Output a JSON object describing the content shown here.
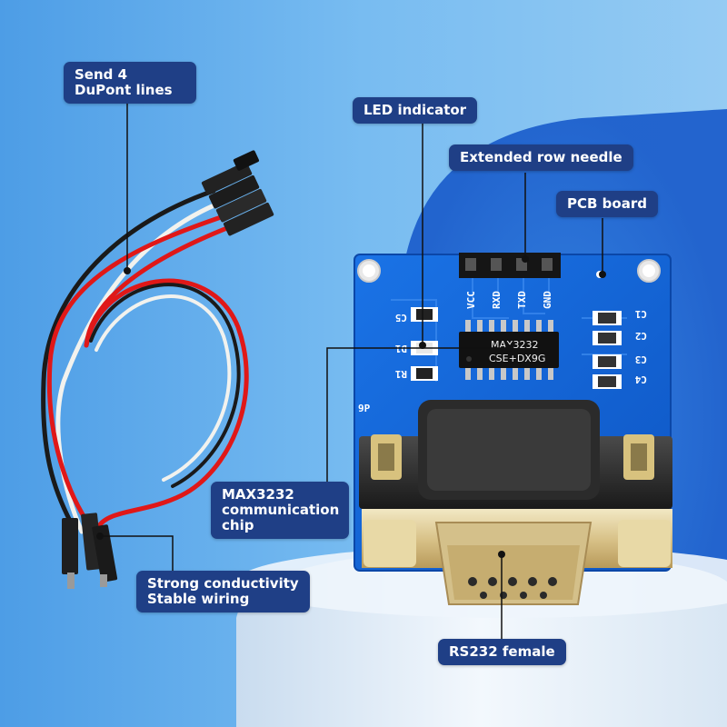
{
  "callouts": {
    "dupont_lines": {
      "line1": "Send 4",
      "line2": "DuPont lines"
    },
    "led_indicator": {
      "label": "LED indicator"
    },
    "extended_row_needle": {
      "label": "Extended row needle"
    },
    "pcb_board": {
      "label": "PCB board"
    },
    "max3232_chip": {
      "line1": "MAX3232",
      "line2": "communication",
      "line3": "chip"
    },
    "conductivity": {
      "line1": "Strong conductivity",
      "line2": "Stable wiring"
    },
    "rs232_female": {
      "label": "RS232 female"
    }
  },
  "board": {
    "pin_labels": [
      "VCC",
      "RXD",
      "TXD",
      "GND"
    ],
    "chip_text": {
      "line1": "MAX3232",
      "line2": "CSE+DX9G"
    },
    "component_labels": {
      "c5": "C5",
      "d1": "D1",
      "r1": "R1",
      "c1": "C1",
      "c2": "C2",
      "c3": "C3",
      "c4": "C4",
      "nine_p": "9P"
    }
  },
  "colors": {
    "callout_bg": "#1f3f86",
    "pcb_blue": "#1565d8",
    "wire_red": "#e01818",
    "wire_black": "#1a1a1a",
    "wire_white": "#f2f2ee"
  }
}
